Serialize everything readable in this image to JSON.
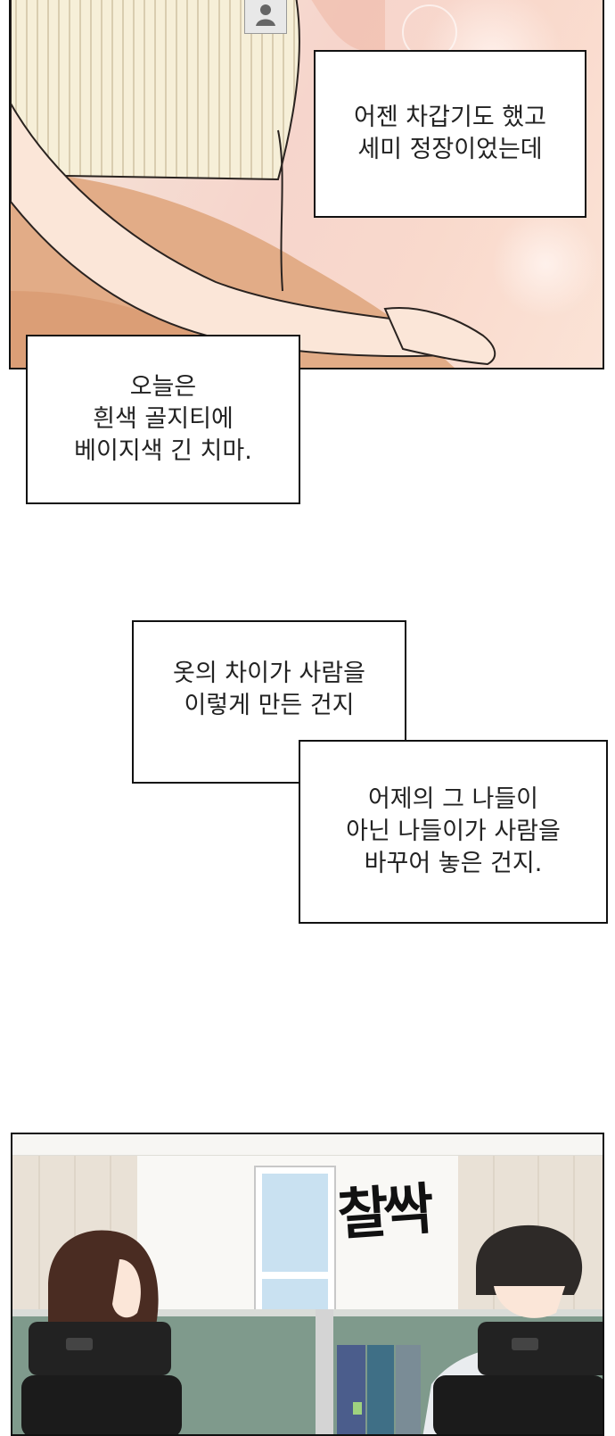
{
  "captions": {
    "c1": {
      "lines": [
        "어젠 차갑기도 했고",
        "세미 정장이었는데"
      ]
    },
    "c2": {
      "lines": [
        "오늘은",
        "흰색 골지티에",
        "베이지색 긴 치마."
      ]
    },
    "c3": {
      "lines": [
        "옷의 차이가 사람을",
        "이렇게 만든 건지"
      ]
    },
    "c4": {
      "lines": [
        "어제의 그 나들이",
        "아닌 나들이가 사람을",
        "바꾸어 놓은 건지."
      ]
    }
  },
  "sfx": {
    "text": "찰싹"
  },
  "colors": {
    "skin": "#fbe6d8",
    "cardigan": "#f4ecd4",
    "skirt": "#e0a882",
    "office_wall": "#eeeae4",
    "partition": "#7f9a8c",
    "hair_female": "#4a2c22",
    "hair_male": "#2e2a28"
  },
  "icons": [
    "id-badge-icon",
    "office-chair-icon",
    "binder-icon",
    "window-icon"
  ]
}
